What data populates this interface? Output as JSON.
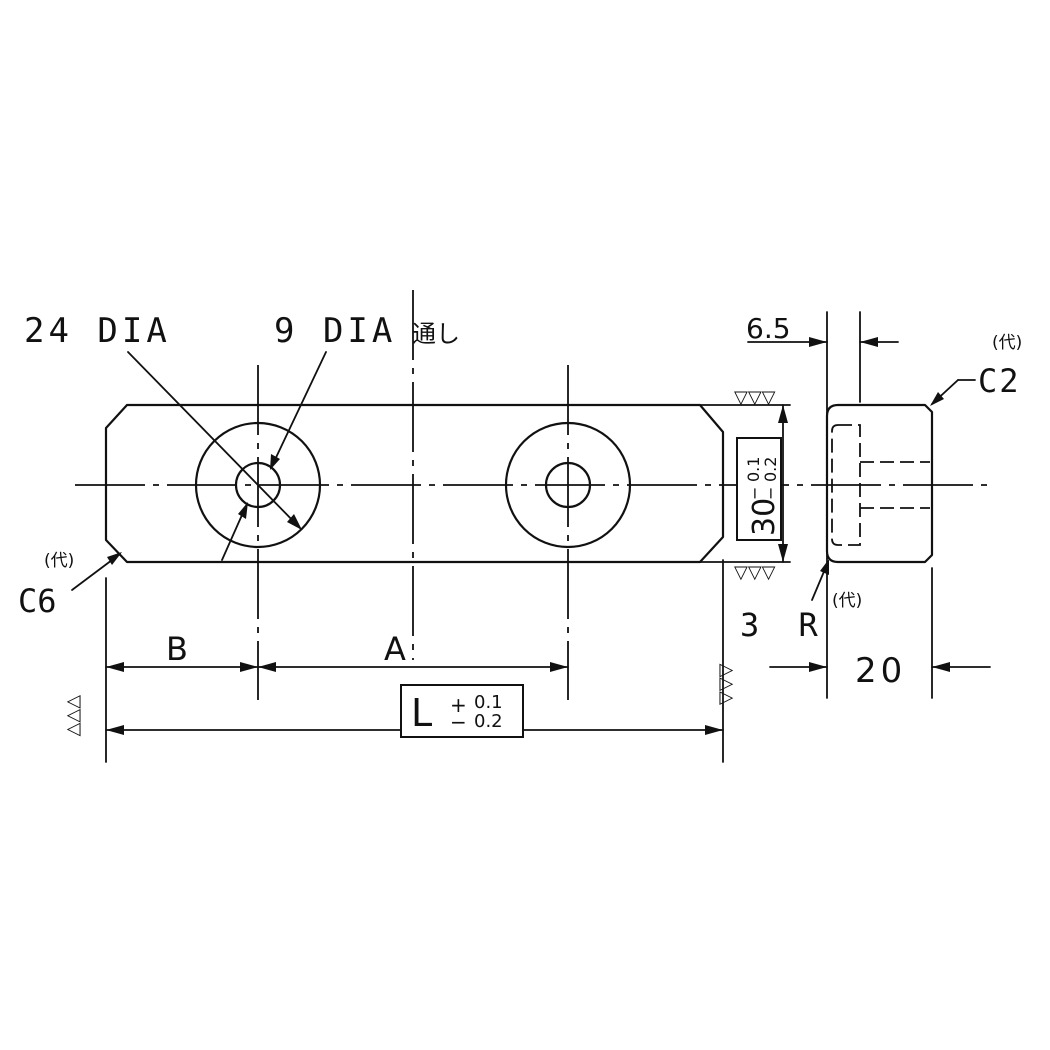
{
  "drawing": {
    "hole_large_label": "24 DIA",
    "hole_small_label": "9 DIA",
    "hole_small_note": "通し",
    "dim_a": "A",
    "dim_b": "B",
    "dim_l": "L",
    "dim_l_tol_upper": "0.1",
    "dim_l_tol_lower": "0.2",
    "dim_height": "30",
    "dim_height_tol_upper": "0.1",
    "dim_height_tol_lower": "0.2",
    "dim_6_5": "6.5",
    "dim_20": "20",
    "radius_label": "3 R",
    "chamfer_left": "C6",
    "chamfer_right": "C2",
    "substitute_note": "(代)",
    "surface_finish_symbol": "▽▽▽"
  }
}
